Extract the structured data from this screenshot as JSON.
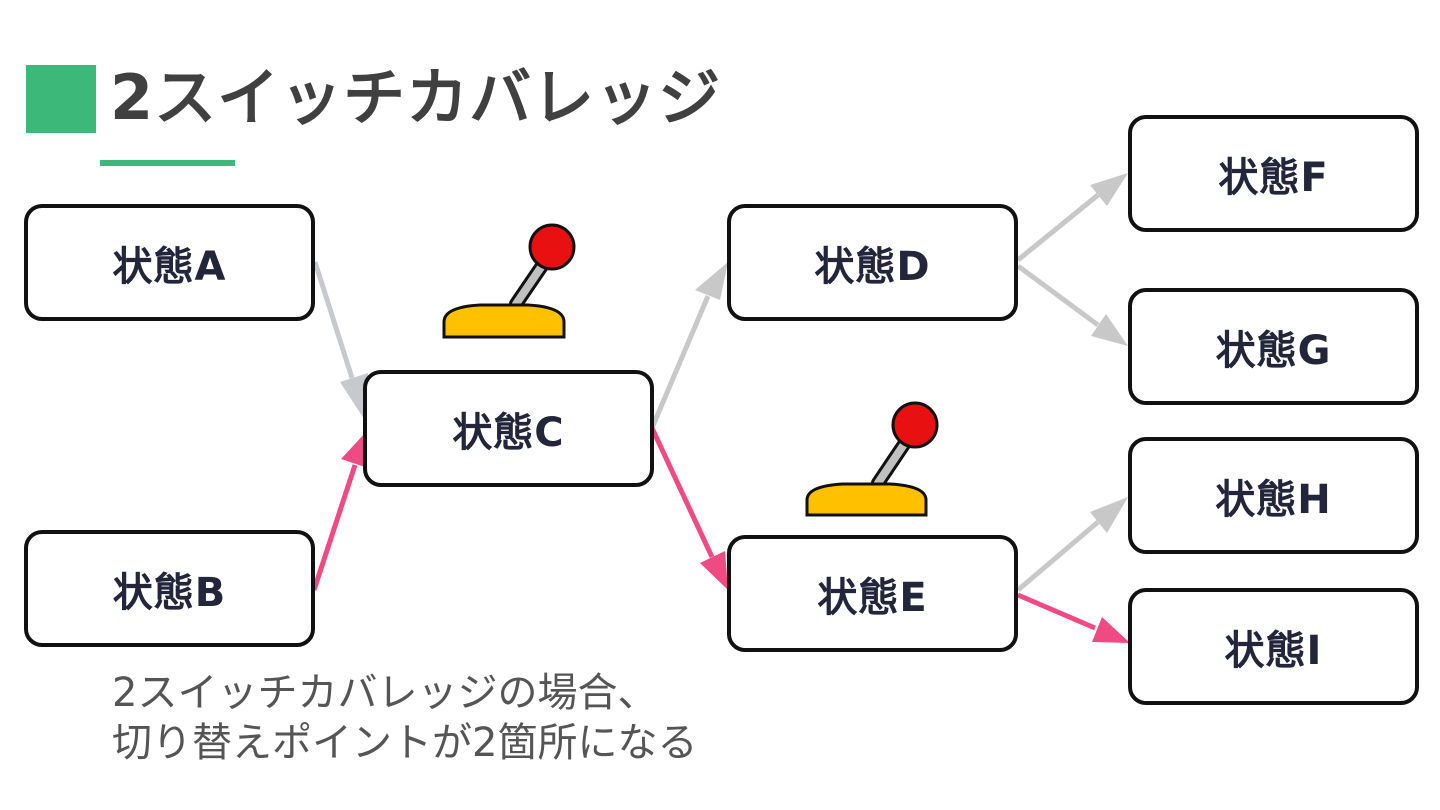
{
  "title": "2スイッチカバレッジ",
  "states": {
    "a": "状態A",
    "b": "状態B",
    "c": "状態C",
    "d": "状態D",
    "e": "状態E",
    "f": "状態F",
    "g": "状態G",
    "h": "状態H",
    "i": "状態I"
  },
  "caption": {
    "line1": "2スイッチカバレッジの場合、",
    "line2": "切り替えポイントが2箇所になる"
  },
  "colors": {
    "accent": "#3cb878",
    "active_path": "#f04a82",
    "inactive_path": "#c8c8c8",
    "switch_knob": "#e81010",
    "switch_base": "#ffc000"
  },
  "icons": [
    "switch-lever-icon",
    "switch-lever-icon"
  ]
}
